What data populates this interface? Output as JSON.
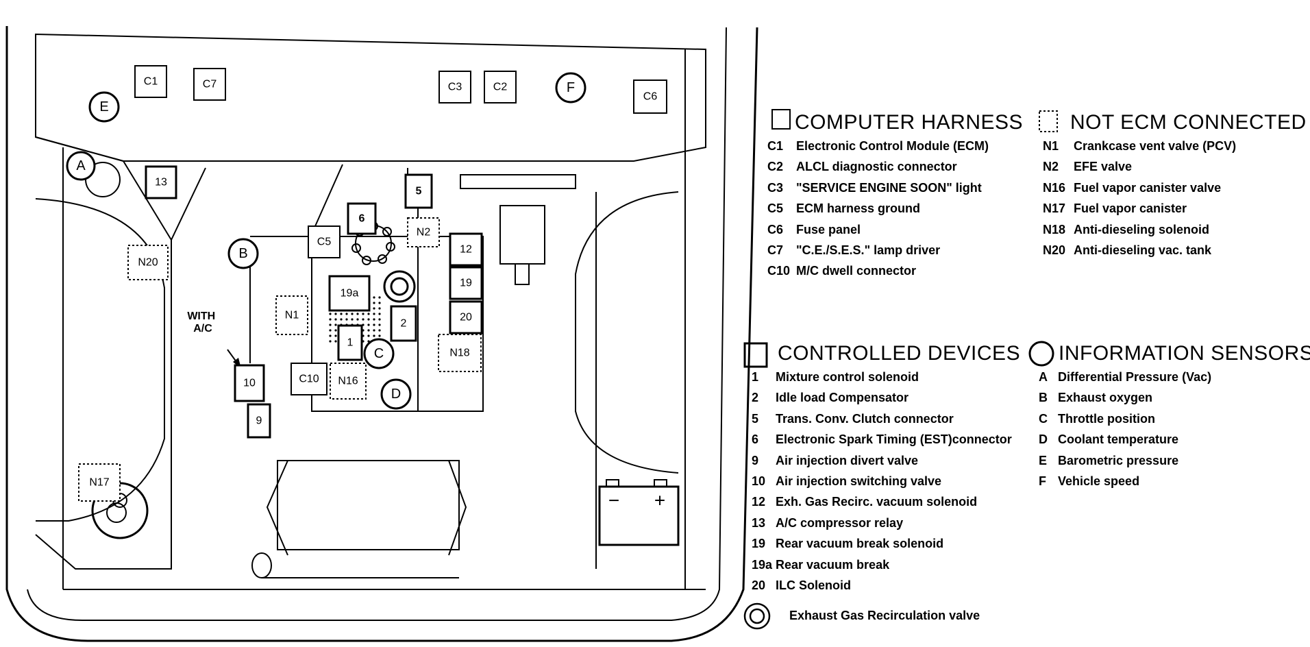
{
  "engine_labels": {
    "C1": "C1",
    "C7": "C7",
    "C3": "C3",
    "C2": "C2",
    "C6": "C6",
    "C5": "C5",
    "C10": "C10",
    "s13": "13",
    "s5": "5",
    "s6": "6",
    "s12": "12",
    "s19": "19",
    "s19a": "19a",
    "s2": "2",
    "s20": "20",
    "s1": "1",
    "s10": "10",
    "s9": "9",
    "N20": "N20",
    "N2": "N2",
    "N1": "N1",
    "N16": "N16",
    "N18": "N18",
    "N17": "N17",
    "E": "E",
    "A": "A",
    "F": "F",
    "B": "B",
    "C": "C",
    "D": "D",
    "with_ac": "WITH\nA/C",
    "batt_minus": "−",
    "batt_plus": "+"
  },
  "legend": {
    "computer_harness": {
      "title": "COMPUTER HARNESS",
      "items": [
        {
          "code": "C1",
          "text": "Electronic Control Module (ECM)"
        },
        {
          "code": "C2",
          "text": "ALCL diagnostic connector"
        },
        {
          "code": "C3",
          "text": "\"SERVICE ENGINE SOON\" light"
        },
        {
          "code": "C5",
          "text": "ECM harness ground"
        },
        {
          "code": "C6",
          "text": "Fuse panel"
        },
        {
          "code": "C7",
          "text": "\"C.E./S.E.S.\" lamp driver"
        },
        {
          "code": "C10",
          "text": "M/C dwell connector"
        }
      ]
    },
    "not_ecm_connected": {
      "title": "NOT ECM CONNECTED",
      "items": [
        {
          "code": "N1",
          "text": "Crankcase vent valve (PCV)"
        },
        {
          "code": "N2",
          "text": "EFE valve"
        },
        {
          "code": "N16",
          "text": "Fuel vapor canister valve"
        },
        {
          "code": "N17",
          "text": "Fuel vapor canister"
        },
        {
          "code": "N18",
          "text": "Anti-dieseling solenoid"
        },
        {
          "code": "N20",
          "text": "Anti-dieseling vac. tank"
        }
      ]
    },
    "controlled_devices": {
      "title": "CONTROLLED DEVICES",
      "items": [
        {
          "code": "1",
          "text": "Mixture control solenoid"
        },
        {
          "code": "2",
          "text": "Idle load Compensator"
        },
        {
          "code": "5",
          "text": "Trans. Conv. Clutch connector"
        },
        {
          "code": "6",
          "text": "Electronic Spark Timing (EST)connector"
        },
        {
          "code": "9",
          "text": "Air injection divert valve"
        },
        {
          "code": "10",
          "text": "Air injection switching valve"
        },
        {
          "code": "12",
          "text": "Exh. Gas Recirc. vacuum solenoid"
        },
        {
          "code": "13",
          "text": "A/C compressor relay"
        },
        {
          "code": "19",
          "text": "Rear vacuum break solenoid"
        },
        {
          "code": "19a",
          "text": "Rear vacuum break"
        },
        {
          "code": "20",
          "text": "ILC Solenoid"
        }
      ]
    },
    "information_sensors": {
      "title": "INFORMATION SENSORS",
      "items": [
        {
          "code": "A",
          "text": "Differential Pressure (Vac)"
        },
        {
          "code": "B",
          "text": "Exhaust oxygen"
        },
        {
          "code": "C",
          "text": "Throttle position"
        },
        {
          "code": "D",
          "text": "Coolant temperature"
        },
        {
          "code": "E",
          "text": "Barometric pressure"
        },
        {
          "code": "F",
          "text": "Vehicle speed"
        }
      ]
    },
    "egr_note": "Exhaust Gas Recirculation valve"
  }
}
